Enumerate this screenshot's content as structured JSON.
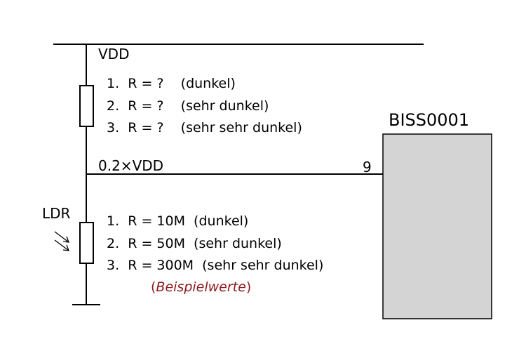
{
  "supply": {
    "label": "VDD"
  },
  "upper_resistor": {
    "cases": [
      "1.  R = ?    (dunkel)",
      "2.  R = ?    (sehr dunkel)",
      "3.  R = ?    (sehr sehr dunkel)"
    ]
  },
  "node": {
    "label": "0.2×VDD"
  },
  "ldr": {
    "label": "LDR",
    "cases": [
      "1.  R = 10M  (dunkel)",
      "2.  R = 50M  (sehr dunkel)",
      "3.  R = 300M  (sehr sehr dunkel)"
    ],
    "note_open": "(",
    "note_text": "Beispielwerte",
    "note_close": ")"
  },
  "chip": {
    "name": "BISS0001",
    "pin": "9",
    "fill": "#d4d4d4"
  },
  "colors": {
    "wire": "#000000",
    "note": "#8b1a1a"
  }
}
